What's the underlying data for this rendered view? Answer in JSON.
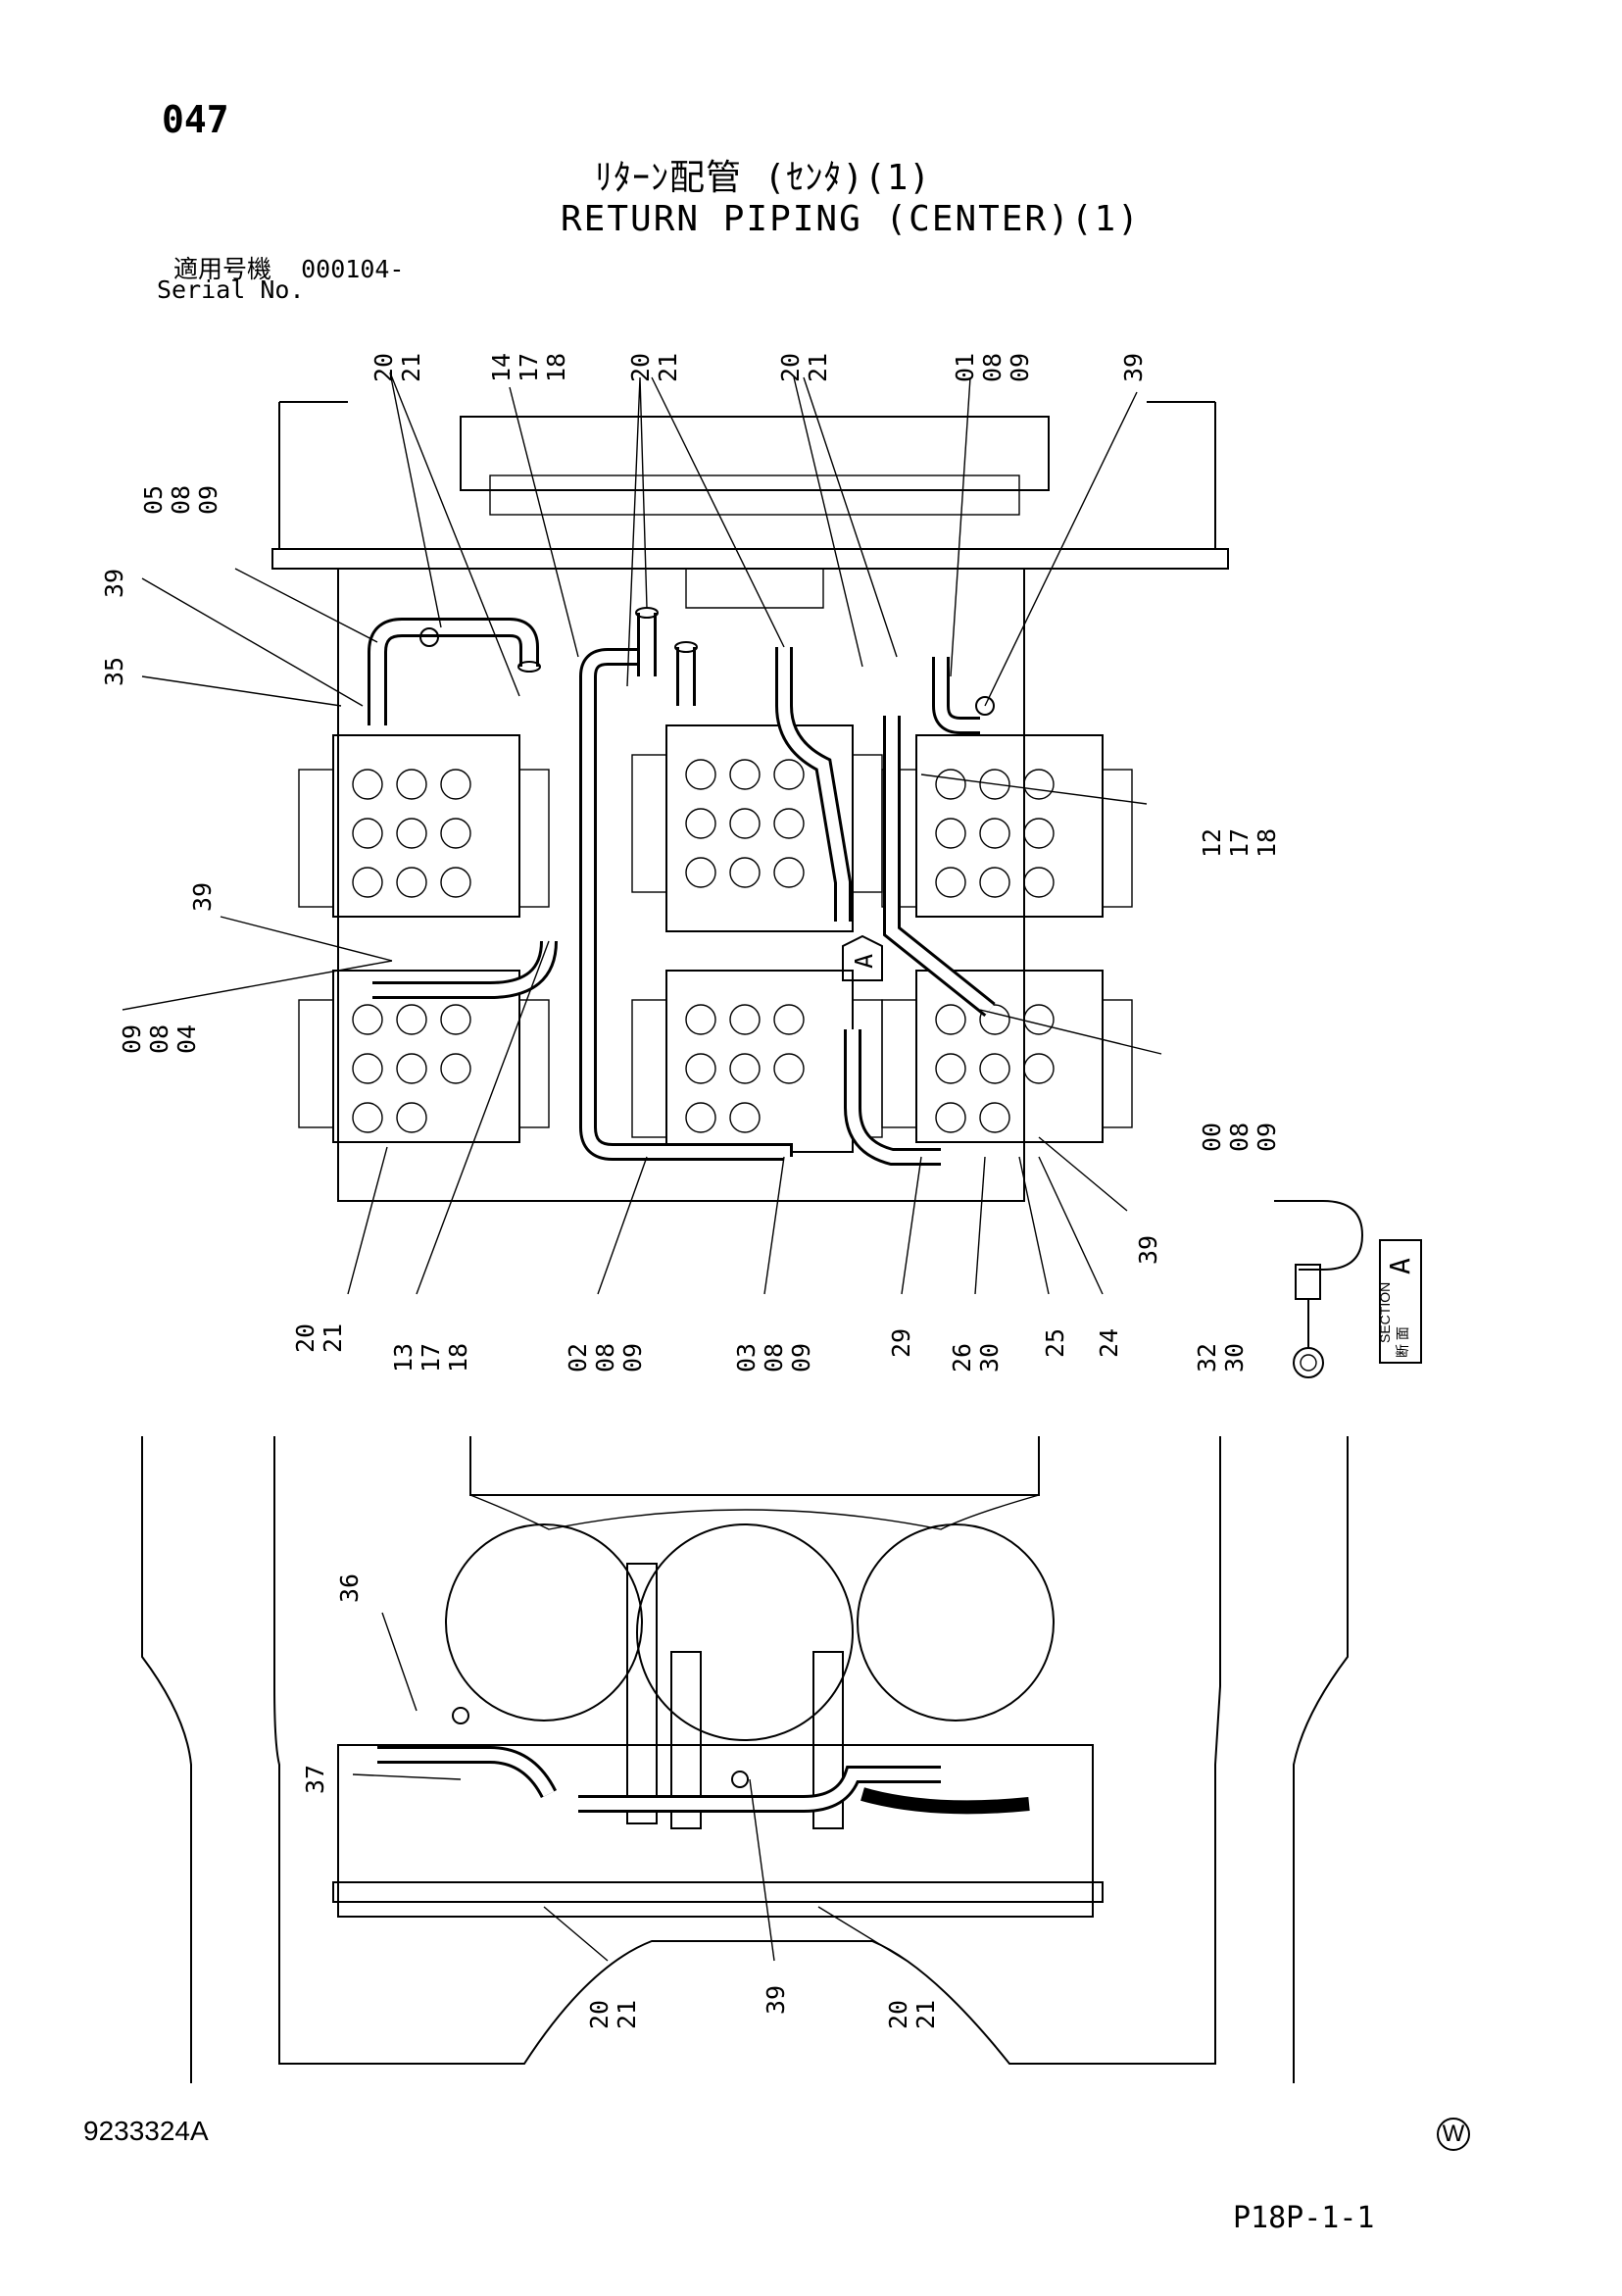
{
  "header": {
    "page_number": "047",
    "title_jp": "ﾘﾀｰﾝ配管 (ｾﾝﾀ)(1)",
    "title_en": "RETURN PIPING (CENTER)(1)",
    "serial_label_jp": "適用号機",
    "serial_value": "000104-",
    "serial_label_en": "Serial No."
  },
  "footer": {
    "drawing_number": "9233324A",
    "watermark": "W",
    "sheet_ref": "P18P-1-1"
  },
  "section_box": {
    "jp": "断 面",
    "en": "SECTION",
    "letter": "A"
  },
  "section_arrow_letter": "A",
  "callouts": {
    "top": [
      {
        "id": "t1",
        "lines": [
          "20",
          "21"
        ]
      },
      {
        "id": "t2",
        "lines": [
          "14",
          "17",
          "18"
        ]
      },
      {
        "id": "t3",
        "lines": [
          "20",
          "21"
        ]
      },
      {
        "id": "t4",
        "lines": [
          "20",
          "21"
        ]
      },
      {
        "id": "t5",
        "lines": [
          "01",
          "08",
          "09"
        ]
      },
      {
        "id": "t6",
        "lines": [
          "39"
        ]
      }
    ],
    "left": [
      {
        "id": "l1",
        "lines": [
          "05",
          "08",
          "09"
        ]
      },
      {
        "id": "l2",
        "lines": [
          "39"
        ]
      },
      {
        "id": "l3",
        "lines": [
          "35"
        ]
      },
      {
        "id": "l4",
        "lines": [
          "39"
        ]
      },
      {
        "id": "l5",
        "lines": [
          "09",
          "08",
          "04"
        ]
      }
    ],
    "right": [
      {
        "id": "r1",
        "lines": [
          "12",
          "17",
          "18"
        ]
      },
      {
        "id": "r2",
        "lines": [
          "00",
          "08",
          "09"
        ]
      },
      {
        "id": "r3",
        "lines": [
          "39"
        ]
      }
    ],
    "bottom": [
      {
        "id": "b1",
        "lines": [
          "20",
          "21"
        ]
      },
      {
        "id": "b2",
        "lines": [
          "13",
          "17",
          "18"
        ]
      },
      {
        "id": "b3",
        "lines": [
          "02",
          "08",
          "09"
        ]
      },
      {
        "id": "b4",
        "lines": [
          "03",
          "08",
          "09"
        ]
      },
      {
        "id": "b5",
        "lines": [
          "29"
        ]
      },
      {
        "id": "b6",
        "lines": [
          "26",
          "30"
        ]
      },
      {
        "id": "b7",
        "lines": [
          "25"
        ]
      },
      {
        "id": "b8",
        "lines": [
          "24"
        ]
      },
      {
        "id": "b9",
        "lines": [
          "32",
          "30"
        ]
      }
    ],
    "lower_view": [
      {
        "id": "v1",
        "lines": [
          "36"
        ]
      },
      {
        "id": "v2",
        "lines": [
          "37"
        ]
      },
      {
        "id": "v3",
        "lines": [
          "20",
          "21"
        ]
      },
      {
        "id": "v4",
        "lines": [
          "39"
        ]
      },
      {
        "id": "v5",
        "lines": [
          "20",
          "21"
        ]
      }
    ]
  }
}
